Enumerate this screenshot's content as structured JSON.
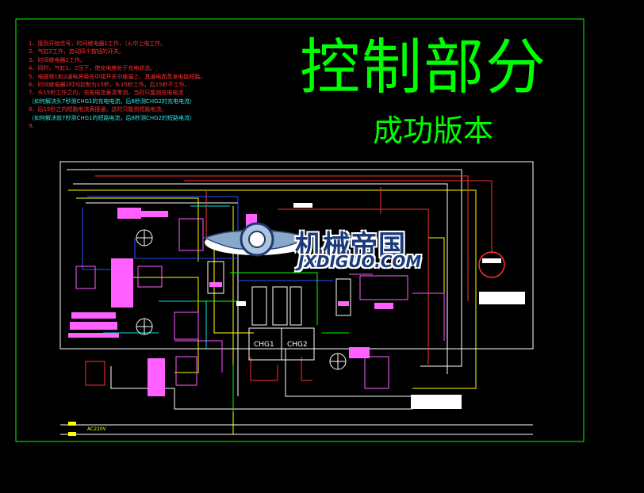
{
  "title": {
    "main": "控制部分",
    "sub": "成功版本"
  },
  "notes": [
    {
      "text": "1、接到开始信号，时间继电器1工作，（火中上电工作。",
      "color": "#ff3030"
    },
    {
      "text": "2、气缸2工作，启动四个按钮的开关。",
      "color": "#ff3030"
    },
    {
      "text": "3、时间继电器2工作。",
      "color": "#ff3030"
    },
    {
      "text": "4、同时，气缸1、2压下，使充电座处于充电状态。",
      "color": "#ff3030"
    },
    {
      "text": "5、电磁铁1和2通电将吸在中接开关中座端上，其通电而蒸发电路短路。",
      "color": "#ff3030"
    },
    {
      "text": "6、时间继电器2时间控制为15秒，头15秒工作，后15秒不工作。",
      "color": "#ff3030"
    },
    {
      "text": "7、头15秒工作之内，充电电流表清零测，当时只能测充电电流",
      "color": "#ff3030"
    },
    {
      "text": "（如何解决头7秒测CHG1的充电电流，后8秒测CHG2的充电电流）",
      "color": "#30e8e8"
    },
    {
      "text": "8、后15秒之内短路电流表接通，这时只能测短路电流。",
      "color": "#ff3030"
    },
    {
      "text": "（如何解决前7秒测CHG1的短路电流，后8秒测CHG2的短路电流）",
      "color": "#30e8e8"
    },
    {
      "text": "9、",
      "color": "#ff3030"
    }
  ],
  "watermark": {
    "cn": "机械帝国",
    "en": "JXDIGUO.COM"
  },
  "labels": {
    "chg1": "CHG1",
    "chg2": "CHG2",
    "bus": "AC220V"
  },
  "colors": {
    "frame": "#00ff00",
    "wire_white": "#ffffff",
    "wire_yellow": "#ffff00",
    "wire_red": "#ff3030",
    "wire_blue": "#3050ff",
    "wire_cyan": "#00e0e0",
    "wire_magenta": "#ff50ff",
    "wire_green": "#00ff00",
    "component": "#ff60ff",
    "title": "#00ff00",
    "watermark_text": "#1a3a7a"
  }
}
